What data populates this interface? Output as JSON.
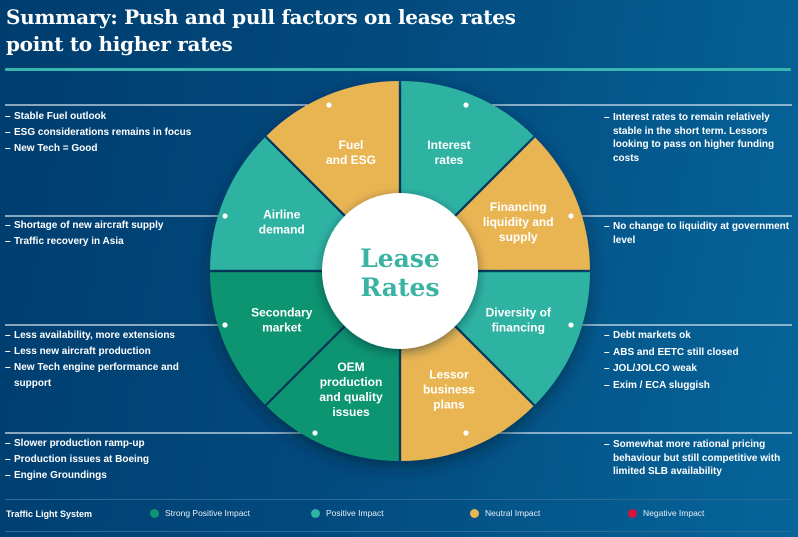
{
  "title": "Summary: Push and pull factors on lease rates point to higher rates",
  "center_label": [
    "Lease",
    "Rates"
  ],
  "colors": {
    "strong_positive": "#0e9470",
    "positive": "#2fb3a3",
    "neutral": "#e9b553",
    "negative": "#d4153f",
    "center_text": "#3bb3a3"
  },
  "segments": [
    {
      "label": [
        "Interest",
        "rates"
      ],
      "impact": "positive"
    },
    {
      "label": [
        "Financing",
        "liquidity and",
        "supply"
      ],
      "impact": "neutral"
    },
    {
      "label": [
        "Diversity of",
        "financing"
      ],
      "impact": "positive"
    },
    {
      "label": [
        "Lessor",
        "business",
        "plans"
      ],
      "impact": "neutral"
    },
    {
      "label": [
        "OEM",
        "production",
        "and quality",
        "issues"
      ],
      "impact": "strong_positive"
    },
    {
      "label": [
        "Secondary",
        "market"
      ],
      "impact": "strong_positive"
    },
    {
      "label": [
        "Airline",
        "demand"
      ],
      "impact": "positive"
    },
    {
      "label": [
        "Fuel",
        "and ESG"
      ],
      "impact": "neutral"
    }
  ],
  "left_notes": [
    {
      "segment": "Fuel and ESG",
      "items": [
        "Stable Fuel outlook",
        "ESG considerations remains in focus",
        "New Tech = Good"
      ]
    },
    {
      "segment": "Airline demand",
      "items": [
        "Shortage of new aircraft supply",
        "Traffic recovery in Asia"
      ]
    },
    {
      "segment": "Secondary market",
      "items": [
        "Less availability, more extensions",
        "Less new aircraft production",
        "New Tech engine performance and support"
      ]
    },
    {
      "segment": "OEM production and quality issues",
      "items": [
        "Slower production ramp-up",
        "Production issues at Boeing",
        "Engine Groundings"
      ]
    }
  ],
  "right_notes": [
    {
      "segment": "Interest rates",
      "items": [
        "Interest rates to remain relatively stable in the short term. Lessors looking to pass on higher funding costs"
      ]
    },
    {
      "segment": "Financing liquidity and supply",
      "items": [
        "No change to liquidity at government level"
      ]
    },
    {
      "segment": "Diversity of financing",
      "items": [
        "Debt markets ok",
        "ABS and EETC still closed",
        "JOL/JOLCO weak",
        "Exim / ECA sluggish"
      ]
    },
    {
      "segment": "Lessor business plans",
      "items": [
        "Somewhat more rational pricing behaviour but still competitive with limited SLB availability"
      ]
    }
  ],
  "legend": {
    "title": "Traffic Light System",
    "items": [
      {
        "label": "Strong Positive Impact",
        "impact": "strong_positive"
      },
      {
        "label": "Positive Impact",
        "impact": "positive"
      },
      {
        "label": "Neutral Impact",
        "impact": "neutral"
      },
      {
        "label": "Negative Impact",
        "impact": "negative"
      }
    ]
  }
}
